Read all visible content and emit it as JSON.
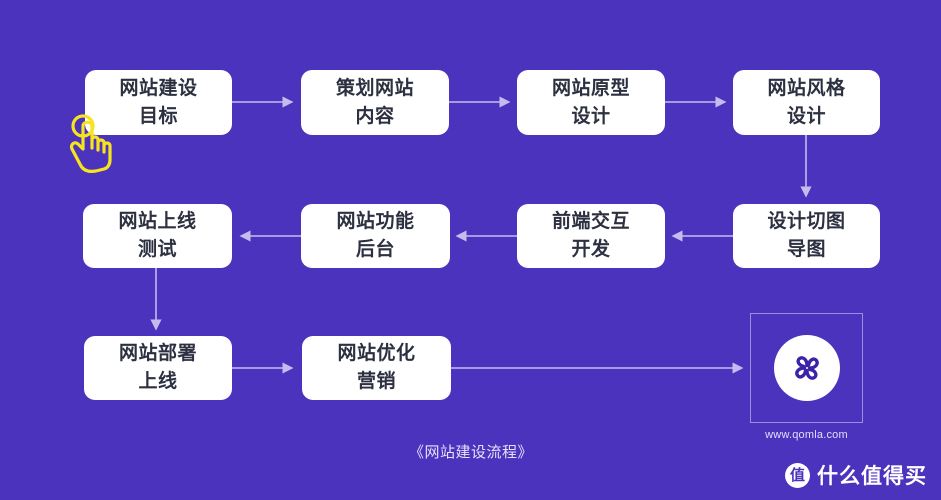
{
  "diagram": {
    "background_color": "#4c33bd",
    "node_color": "#ffffff",
    "node_text_color": "#2c3040",
    "connector_color": "#b6aee6",
    "cursor_color": "#f6e51d",
    "caption": "《网站建设流程》",
    "nodes": [
      {
        "id": "n1",
        "label": "网站建设\n目标"
      },
      {
        "id": "n2",
        "label": "策划网站\n内容"
      },
      {
        "id": "n3",
        "label": "网站原型\n设计"
      },
      {
        "id": "n4",
        "label": "网站风格\n设计"
      },
      {
        "id": "n5",
        "label": "设计切图\n导图"
      },
      {
        "id": "n6",
        "label": "前端交互\n开发"
      },
      {
        "id": "n7",
        "label": "网站功能\n后台"
      },
      {
        "id": "n8",
        "label": "网站上线\n测试"
      },
      {
        "id": "n9",
        "label": "网站部署\n上线"
      },
      {
        "id": "n10",
        "label": "网站优化\n营销"
      }
    ],
    "logo": {
      "name": "qomla-logo",
      "url": "www.qomla.com"
    },
    "cursor": {
      "name": "tap-hand-cursor"
    }
  },
  "watermark": {
    "badge": "值",
    "text": "什么值得买"
  }
}
